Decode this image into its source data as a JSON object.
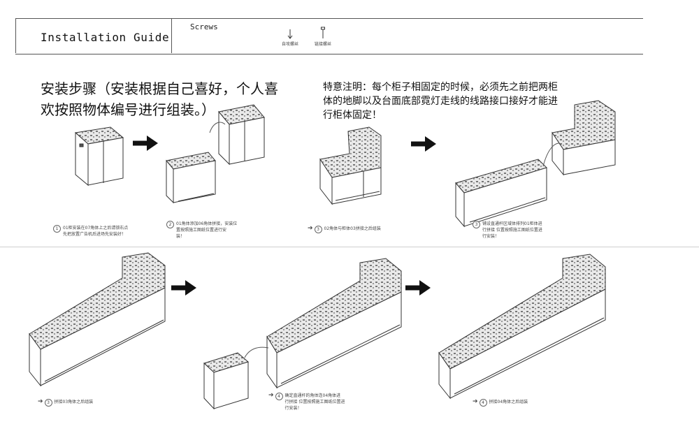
{
  "header": {
    "title": "Installation Guide",
    "screws_label": "Screws",
    "screw_items": [
      {
        "icon": "down-arrow-screw",
        "label": "自攻螺丝"
      },
      {
        "icon": "up-bolt-screw",
        "label": "链接螺丝"
      }
    ]
  },
  "steps_heading": "安装步骤（安装根据自己喜好，个人喜欢按照物体编号进行组装。）",
  "steps_heading_lines": [
    "安装步骤（安装根据自己喜好，个人喜",
    "欢按照物体编号进行组装。）"
  ],
  "note_lines": [
    "特意注明：每个柜子相固定的时候，必须先之前把两柜",
    "体的地脚以及台面底部霓灯走线的线路接口接好才能进",
    "行柜体固定！"
  ],
  "steps": [
    {
      "number": "1",
      "lines": [
        "01柜安装在07角体上之后请锁右点",
        "先把放置广告机后进场先安装好！"
      ]
    },
    {
      "number": "2",
      "lines": [
        "01角体添加06角体拼接，安装位",
        "置按照施工图纸位置进行安",
        "装！"
      ]
    },
    {
      "number": "3",
      "lines": [
        "02角体与柜体03拼接之后组装"
      ]
    },
    {
      "number": "3",
      "lines": [
        "铺设直通杆区域体排列01柜体进",
        "行拼接 位置按照施工图纸位置进",
        "行安装！"
      ]
    },
    {
      "number": "3",
      "lines": [
        "拼接03角体之后组装"
      ]
    },
    {
      "number": "4",
      "lines": [
        "确定直通杆的角体连04角体进",
        "行拼接 位置按照施工图纸位置进",
        "行安装！"
      ]
    },
    {
      "number": "4",
      "lines": [
        "拼接04角体之后组装"
      ]
    }
  ]
}
